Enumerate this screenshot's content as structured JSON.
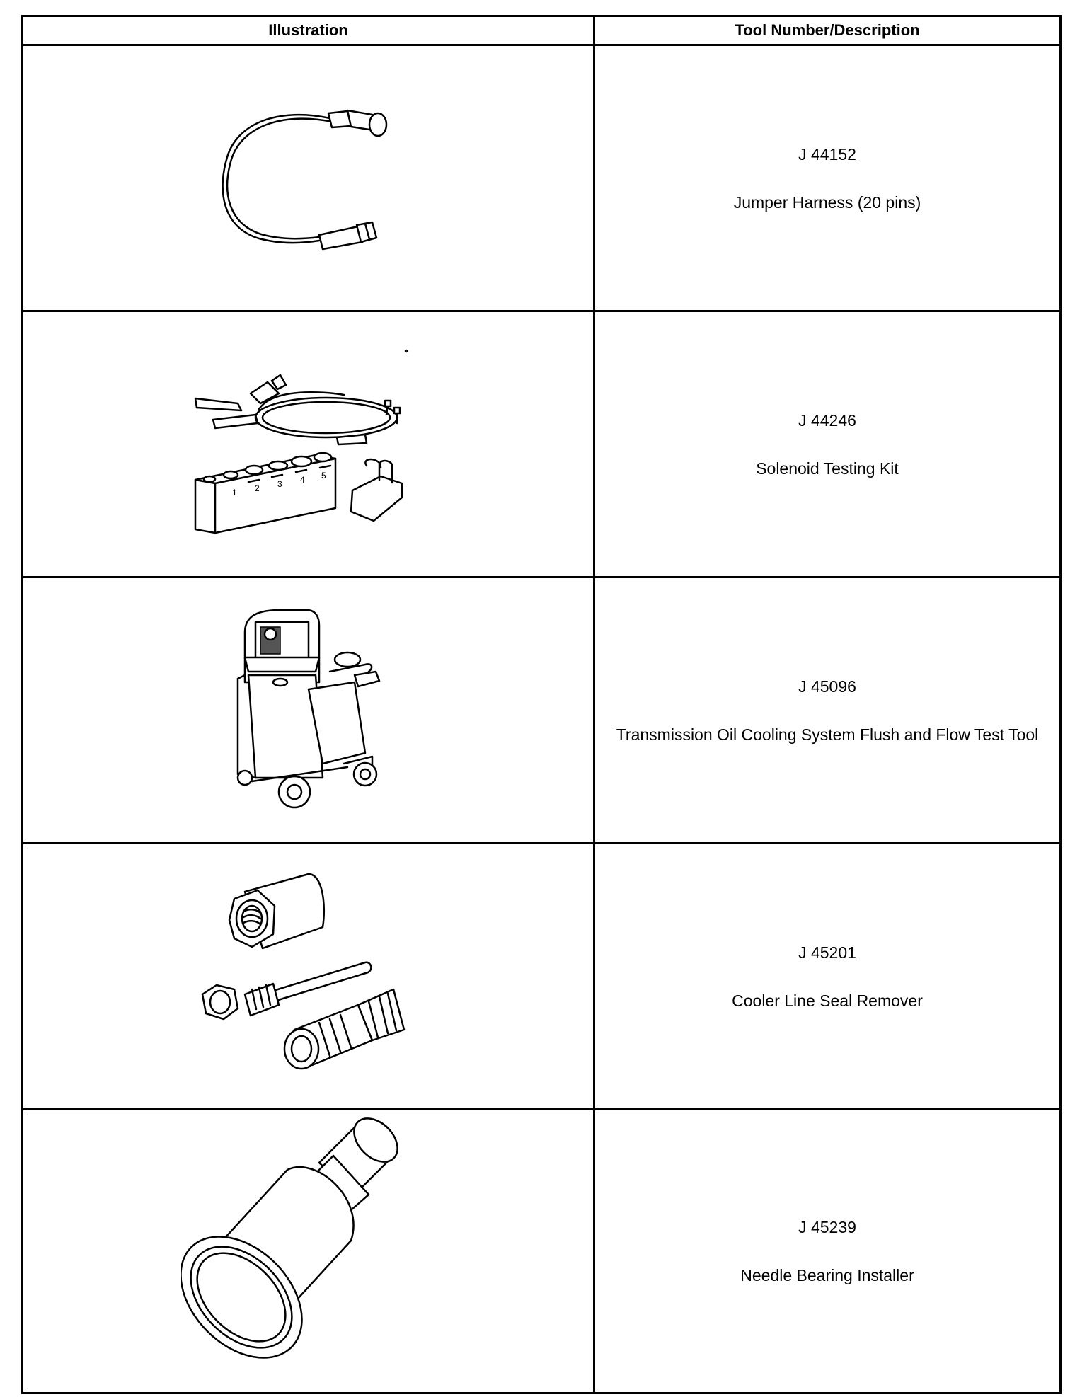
{
  "table": {
    "headers": {
      "illustration": "Illustration",
      "tool": "Tool Number/Description"
    },
    "rows": [
      {
        "illustration_icon": "jumper-harness-illustration",
        "tool_number": "J 44152",
        "description": "Jumper Harness (20 pins)"
      },
      {
        "illustration_icon": "solenoid-testing-kit-illustration",
        "tool_number": "J 44246",
        "description": "Solenoid Testing Kit",
        "block_labels": [
          "1",
          "2",
          "3",
          "4",
          "5"
        ]
      },
      {
        "illustration_icon": "flush-flow-test-cart-illustration",
        "tool_number": "J 45096",
        "description": "Transmission Oil Cooling System Flush and Flow Test Tool"
      },
      {
        "illustration_icon": "cooler-line-seal-remover-illustration",
        "tool_number": "J 45201",
        "description": "Cooler Line Seal Remover"
      },
      {
        "illustration_icon": "needle-bearing-installer-illustration",
        "tool_number": "J 45239",
        "description": "Needle Bearing Installer"
      }
    ]
  }
}
